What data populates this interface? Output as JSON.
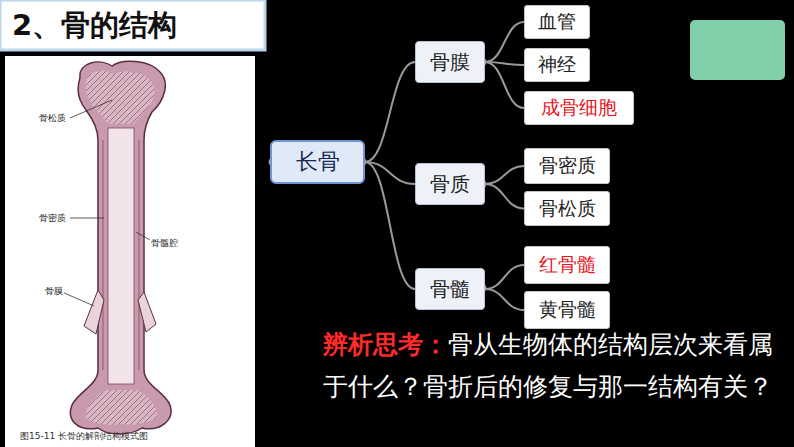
{
  "diagram": {
    "title": "2、骨的结构",
    "caption": "图15-11 长骨的解剖结构模式图",
    "nodes": [
      {
        "text": [
          "长骨"
        ]
      },
      {
        "text": [
          "骨膜"
        ]
      },
      {
        "text": [
          "血管"
        ]
      },
      {
        "text": [
          "神经"
        ]
      },
      {
        "text": [
          "成骨细胞"
        ]
      },
      {
        "text": [
          "骨质"
        ]
      },
      {
        "text": [
          "骨密质"
        ]
      },
      {
        "text": [
          "骨松质"
        ]
      },
      {
        "text": [
          "骨髓"
        ]
      },
      {
        "text": [
          "红骨髓"
        ]
      },
      {
        "text": [
          "黄骨髓"
        ]
      }
    ],
    "edges": [
      {
        "from": 0,
        "to": 1,
        "arrow": "none"
      },
      {
        "from": 0,
        "to": 5,
        "arrow": "none"
      },
      {
        "from": 0,
        "to": 8,
        "arrow": "none"
      },
      {
        "from": 1,
        "to": 2,
        "arrow": "none"
      },
      {
        "from": 1,
        "to": 3,
        "arrow": "none"
      },
      {
        "from": 1,
        "to": 4,
        "arrow": "none"
      },
      {
        "from": 5,
        "to": 6,
        "arrow": "none"
      },
      {
        "from": 5,
        "to": 7,
        "arrow": "none"
      },
      {
        "from": 8,
        "to": 9,
        "arrow": "none"
      },
      {
        "from": 8,
        "to": 10,
        "arrow": "none"
      }
    ],
    "labels": [
      "骨松质",
      "骨密质",
      "骨髓腔",
      "骨膜",
      "辨析思考：",
      "骨从生物体的结构层次来看属于什么？骨折后的修复与那一结构有关？"
    ]
  }
}
